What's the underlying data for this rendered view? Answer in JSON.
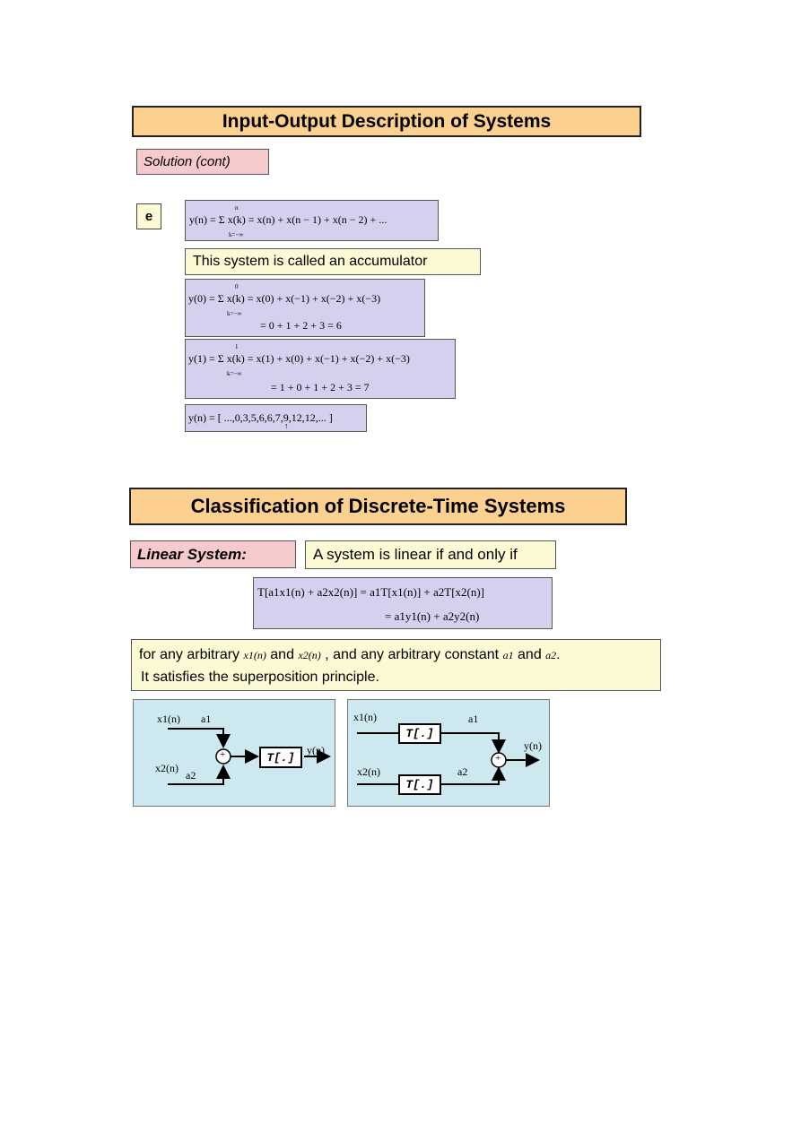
{
  "section1": {
    "title": "Input-Output Description of Systems",
    "subtitle": "Solution (cont)",
    "item_label": "e",
    "eq_main": "y(n) = Σ x(k) = x(n) + x(n − 1) + x(n − 2) + ...",
    "eq_main_upper": "n",
    "eq_main_lower": "k=−∞",
    "accumulator_note": "This system is called an accumulator",
    "eq_y0_line1": "y(0) = Σ x(k) = x(0) + x(−1) + x(−2) + x(−3)",
    "eq_y0_line2": "= 0 + 1 + 2 + 3 = 6",
    "eq_y0_upper": "0",
    "eq_y0_lower": "k=−∞",
    "eq_y1_line1": "y(1) = Σ x(k) = x(1) + x(0) + x(−1) + x(−2) + x(−3)",
    "eq_y1_line2": "= 1 + 0 + 1 + 2 + 3 = 7",
    "eq_y1_upper": "1",
    "eq_y1_lower": "k=−∞",
    "eq_sequence": "y(n) = [ ...,0,3,5,6,6,7,9,12,12,... ]",
    "sequence_marker": "↑"
  },
  "section2": {
    "title": "Classification of Discrete-Time Systems",
    "label": "Linear System:",
    "definition": "A system is linear if and only if",
    "eq_line1": "T[a1x1(n) + a2x2(n)] = a1T[x1(n)] + a2T[x2(n)]",
    "eq_line2": "= a1y1(n) + a2y2(n)",
    "note_line1_a": "for any arbitrary",
    "note_x1": "x1(n)",
    "note_and1": "and",
    "note_x2": "x2(n)",
    "note_line1_b": ", and any arbitrary constant",
    "note_a1": "a1",
    "note_and2": "and",
    "note_a2": "a2",
    "note_period": ".",
    "note_line2": "It satisfies the superposition principle."
  },
  "diagram_left": {
    "x1": "x1(n)",
    "a1": "a1",
    "x2": "x2(n)",
    "a2": "a2",
    "block": "T[.]",
    "adder": "+",
    "output": "y(n)"
  },
  "diagram_right": {
    "x1": "x1(n)",
    "a1": "a1",
    "x2": "x2(n)",
    "a2": "a2",
    "block_top": "T[.]",
    "block_bottom": "T[.]",
    "adder": "+",
    "output": "y(n)"
  },
  "colors": {
    "title_bg": "#fcd08f",
    "label_bg": "#f6c9cc",
    "note_bg": "#fcfad4",
    "equation_bg": "#d4d0ee",
    "diagram_bg": "#cde8ee"
  }
}
